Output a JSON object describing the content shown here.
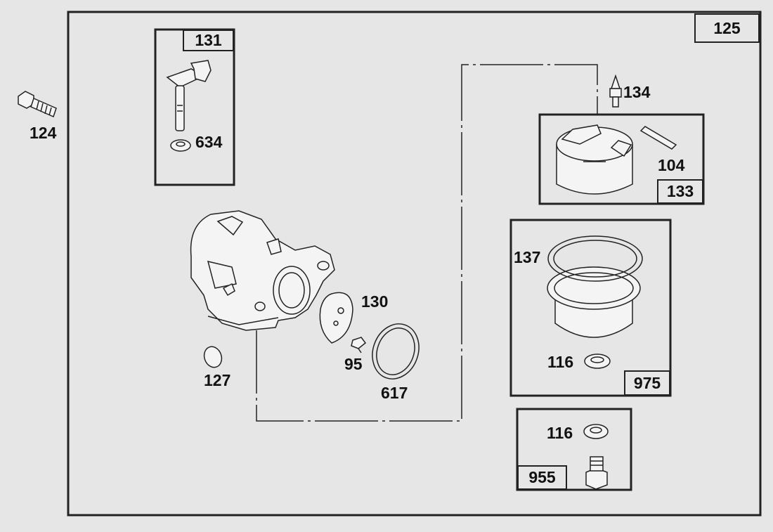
{
  "labels": {
    "p124": "124",
    "p125": "125",
    "p131": "131",
    "p634": "634",
    "p134": "134",
    "p104": "104",
    "p133": "133",
    "p130": "130",
    "p95": "95",
    "p617": "617",
    "p127": "127",
    "p137": "137",
    "p116a": "116",
    "p975": "975",
    "p116b": "116",
    "p955": "955"
  },
  "colors": {
    "background": "#e6e6e6",
    "line": "#222222",
    "part_fill": "#f4f4f4"
  }
}
